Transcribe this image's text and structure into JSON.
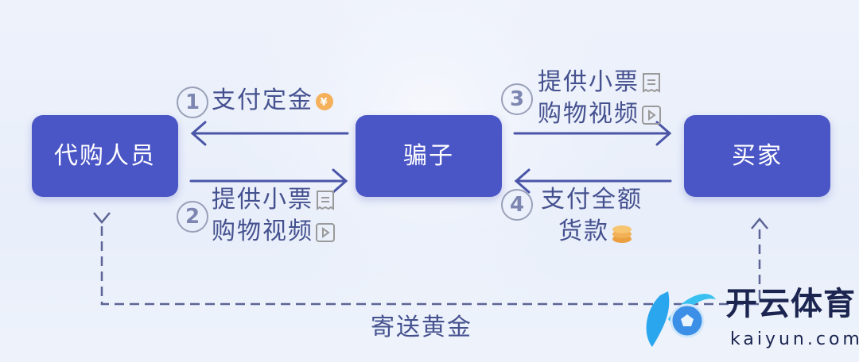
{
  "nodes": {
    "agent": "代购人员",
    "scammer": "骗子",
    "buyer": "买家"
  },
  "steps": [
    {
      "num": "1",
      "lines": [
        "支付定金"
      ],
      "icon": "yuan-coin-icon"
    },
    {
      "num": "2",
      "lines": [
        "提供小票",
        "购物视频"
      ],
      "icons": [
        "receipt-icon",
        "video-icon"
      ]
    },
    {
      "num": "3",
      "lines": [
        "提供小票",
        "购物视频"
      ],
      "icons": [
        "receipt-icon",
        "video-icon"
      ]
    },
    {
      "num": "4",
      "lines": [
        "支付全额",
        "货款"
      ],
      "icon": "coins-icon"
    }
  ],
  "ship_label": "寄送黄金",
  "logo": {
    "cn": "开云体育",
    "en": "kaiyun.com"
  },
  "colors": {
    "box": "#4a55c6",
    "text": "#45518f",
    "arrow": "#4a55a8",
    "coin": "#f0a640"
  }
}
